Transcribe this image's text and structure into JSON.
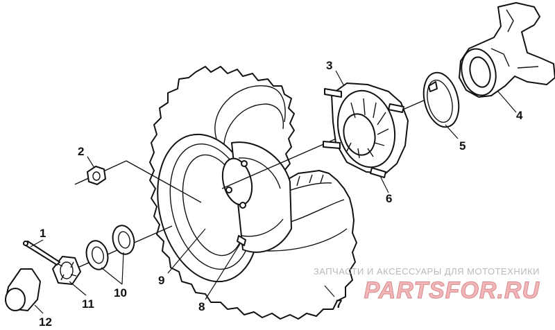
{
  "callouts": [
    {
      "id": "1",
      "label": "1"
    },
    {
      "id": "2",
      "label": "2"
    },
    {
      "id": "3",
      "label": "3"
    },
    {
      "id": "4",
      "label": "4"
    },
    {
      "id": "5",
      "label": "5"
    },
    {
      "id": "6",
      "label": "6"
    },
    {
      "id": "7",
      "label": "7"
    },
    {
      "id": "8",
      "label": "8"
    },
    {
      "id": "9",
      "label": "9"
    },
    {
      "id": "10",
      "label": "10"
    },
    {
      "id": "11",
      "label": "11"
    },
    {
      "id": "12",
      "label": "12"
    }
  ],
  "watermark": {
    "tagline": "ЗАПЧАСТИ И АКСЕССУАРЫ ДЛЯ МОТОТЕХНИКИ",
    "logo": "PARTSFOR.RU"
  },
  "colors": {
    "line": "#111111",
    "background": "#ffffff",
    "watermark_logo": "#f0b6b8",
    "watermark_text": "#b9b9b9"
  }
}
